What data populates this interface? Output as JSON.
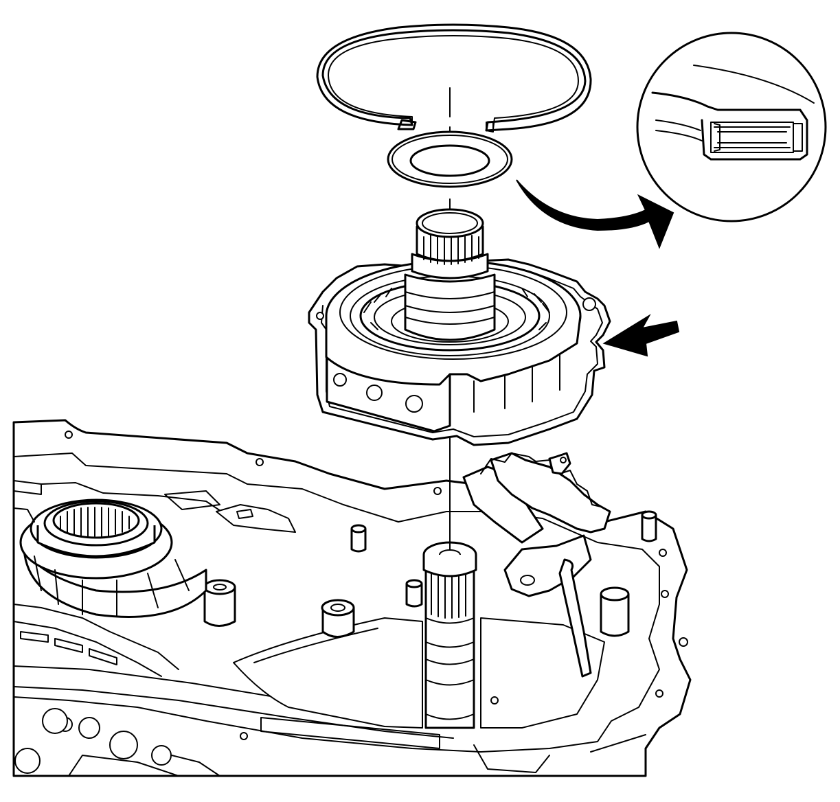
{
  "figure": {
    "caption": "",
    "parts": [
      {
        "name": "snap-ring"
      },
      {
        "name": "thrust-washer"
      },
      {
        "name": "sun-gear-shaft"
      },
      {
        "name": "gear-carrier-assembly"
      },
      {
        "name": "transaxle-case"
      },
      {
        "name": "input-shaft"
      }
    ],
    "callouts": [
      {
        "name": "detail-view-arrow",
        "icon": "curved-arrow-icon"
      },
      {
        "name": "installation-arrow",
        "icon": "arrow-left-icon"
      }
    ],
    "colors": {
      "line": "#000000",
      "fill": "#ffffff"
    }
  }
}
